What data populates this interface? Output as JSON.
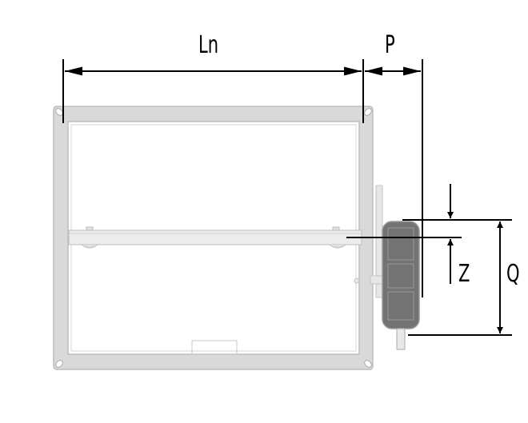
{
  "labels": {
    "width": "Ln",
    "offset": "P",
    "z_offset": "Z",
    "actuator_height": "Q"
  },
  "colors": {
    "frame": "#d9d9d9",
    "frame_stroke": "#bdbdbd",
    "actuator": "#737373",
    "dimension": "#000000"
  }
}
